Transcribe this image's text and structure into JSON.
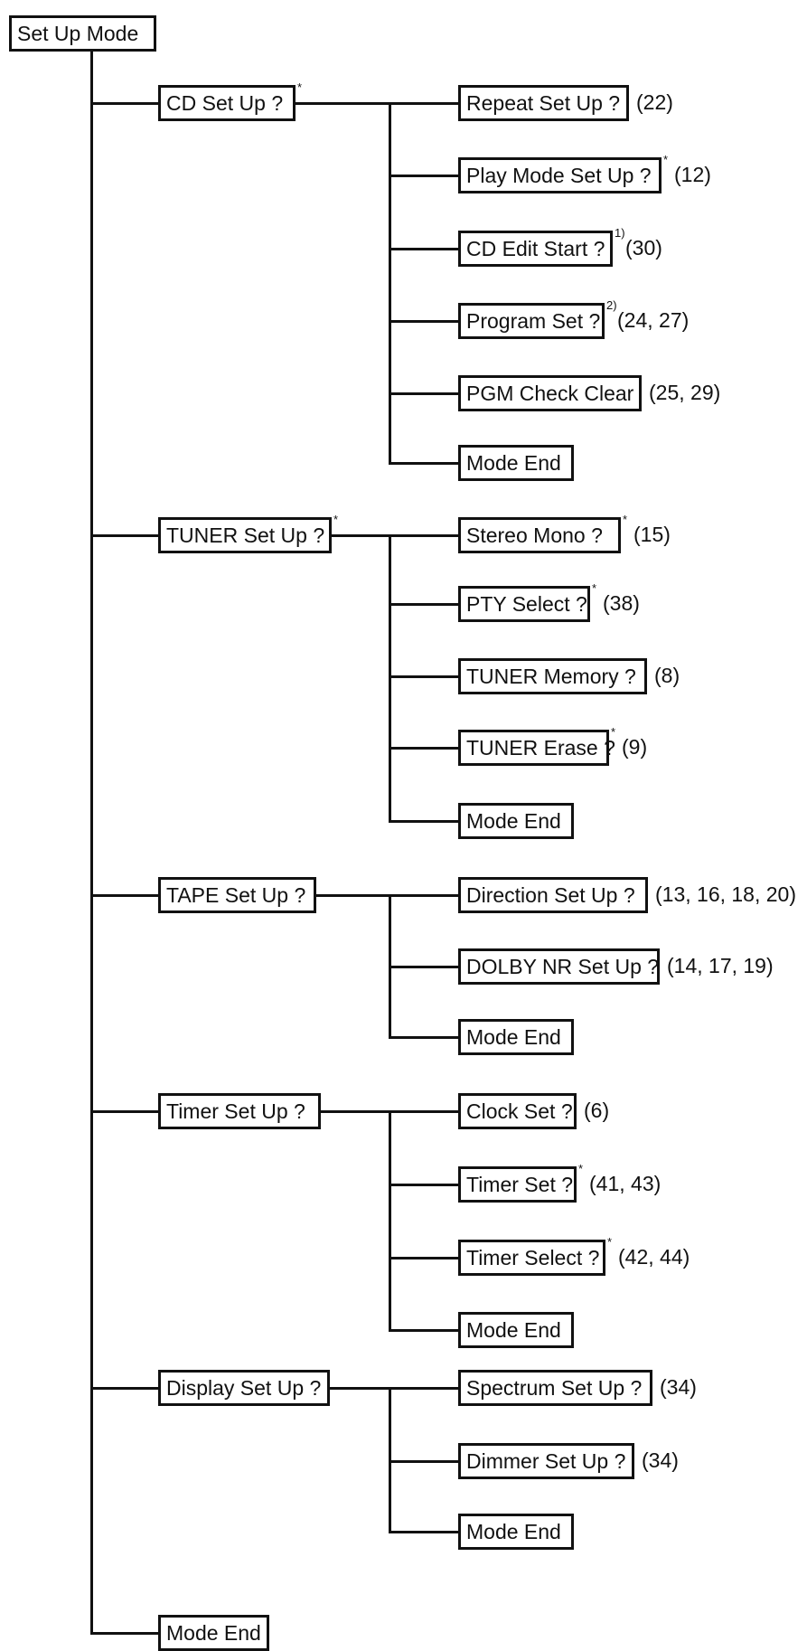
{
  "root": {
    "label": "Set Up Mode"
  },
  "branches": [
    {
      "label": "CD Set Up ?",
      "mark": "*",
      "children": [
        {
          "label": "Repeat Set Up ?",
          "ref": "(22)",
          "mark": ""
        },
        {
          "label": "Play Mode Set Up ?",
          "ref": "(12)",
          "mark": "*"
        },
        {
          "label": "CD Edit Start ?",
          "ref": "(30)",
          "mark": "1)"
        },
        {
          "label": "Program Set ?",
          "ref": "(24, 27)",
          "mark": "2)"
        },
        {
          "label": "PGM Check Clear",
          "ref": "(25, 29)",
          "mark": ""
        },
        {
          "label": "Mode End",
          "ref": "",
          "mark": ""
        }
      ]
    },
    {
      "label": "TUNER Set Up ?",
      "mark": "*",
      "children": [
        {
          "label": "Stereo Mono ?",
          "ref": "(15)",
          "mark": "*"
        },
        {
          "label": "PTY Select ?",
          "ref": "(38)",
          "mark": "*"
        },
        {
          "label": "TUNER Memory ?",
          "ref": "(8)",
          "mark": ""
        },
        {
          "label": "TUNER Erase ?",
          "ref": "(9)",
          "mark": "*"
        },
        {
          "label": "Mode End",
          "ref": "",
          "mark": ""
        }
      ]
    },
    {
      "label": "TAPE Set Up ?",
      "mark": "",
      "children": [
        {
          "label": "Direction Set Up ?",
          "ref": "(13, 16, 18, 20)",
          "mark": ""
        },
        {
          "label": "DOLBY NR Set Up ?",
          "ref": "(14, 17, 19)",
          "mark": ""
        },
        {
          "label": "Mode End",
          "ref": "",
          "mark": ""
        }
      ]
    },
    {
      "label": "Timer Set Up ?",
      "mark": "",
      "children": [
        {
          "label": "Clock Set ?",
          "ref": "(6)",
          "mark": ""
        },
        {
          "label": "Timer Set ?",
          "ref": "(41, 43)",
          "mark": "*"
        },
        {
          "label": "Timer Select ?",
          "ref": "(42, 44)",
          "mark": "*"
        },
        {
          "label": "Mode End",
          "ref": "",
          "mark": ""
        }
      ]
    },
    {
      "label": "Display Set Up ?",
      "mark": "",
      "children": [
        {
          "label": "Spectrum Set Up ?",
          "ref": "(34)",
          "mark": ""
        },
        {
          "label": "Dimmer Set Up ?",
          "ref": "(34)",
          "mark": ""
        },
        {
          "label": "Mode End",
          "ref": "",
          "mark": ""
        }
      ]
    },
    {
      "label": "Mode End",
      "mark": "",
      "children": []
    }
  ]
}
